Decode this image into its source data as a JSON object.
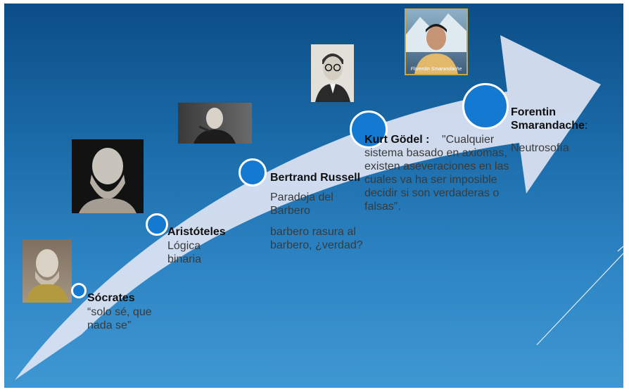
{
  "timeline": [
    {
      "id": "socrates",
      "name": "Sócrates",
      "description": "“solo sé, que nada se”",
      "icon": "socrates-bust-photo"
    },
    {
      "id": "aristoteles",
      "name": "Aristóteles",
      "description": "Lógica binaria",
      "icon": "aristotle-bust-photo"
    },
    {
      "id": "russell",
      "name": "Bertrand Russell",
      "description": "Paradoja del Barbero",
      "description2": "barbero rasura al barbero, ¿verdad?",
      "icon": "russell-photo"
    },
    {
      "id": "godel",
      "name": "Kurt Gödel :",
      "description": "\"Cualquier sistema basado en axiomas, existen aseveraciones en las cuales va ha ser imposible decidir si son verdaderas o falsas\".",
      "icon": "godel-photo"
    },
    {
      "id": "smarandache",
      "name": "Forentin Smarandache",
      "name_suffix": ":",
      "description": "Neutrosofía",
      "photo_caption": "Florentin Smarandache",
      "icon": "smarandache-photo"
    }
  ],
  "colors": {
    "background_top": "#0c4d86",
    "background_bottom": "#3f97d2",
    "arrow": "#dde3f2",
    "dot": "#1479d0"
  }
}
